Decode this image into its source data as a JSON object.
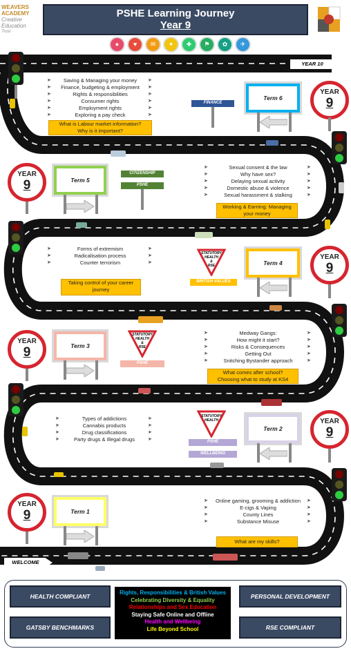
{
  "header": {
    "title": "PSHE Learning Journey",
    "subtitle": "Year 9"
  },
  "academy": {
    "line1": "WEAVERS",
    "line2": "ACADEMY",
    "line3": "Creative",
    "line4": "Education",
    "line5": "Trust"
  },
  "road_labels": {
    "year10": "YEAR 10",
    "welcome": "WELCOME"
  },
  "year_sign": {
    "label": "YEAR",
    "number": "9"
  },
  "term6": {
    "label": "Term 6",
    "tag": "FINANCE",
    "topics": [
      "Saving & Managing your money",
      "Finance, budgeting & employment",
      "Rights & responsibilities",
      "Consumer rights",
      "Employment rights",
      "Exploring a pay check"
    ],
    "note": [
      "What is Labour market information?",
      "Why is it important?"
    ]
  },
  "term5": {
    "label": "Term 5",
    "tags": [
      "CITIZENSHIP",
      "PSHE"
    ],
    "topics": [
      "Sexual consent & the law",
      "Why have sex?",
      "Delaying sexual activity",
      "Domestic abuse & violence",
      "Sexual harassment & stalking"
    ],
    "note": [
      "Working & Earning: Managing",
      "your money"
    ]
  },
  "term4": {
    "label": "Term 4",
    "statutory": [
      "STATUTORY",
      "HEALTH",
      "&",
      "RSE"
    ],
    "tag": "BRITISH VALUES",
    "topics": [
      "Forms of extremism",
      "Radicalisation process",
      "Counter terrorism"
    ],
    "note": [
      "Taking control of your career",
      "journey"
    ]
  },
  "term3": {
    "label": "Term 3",
    "statutory": [
      "STATUTORY",
      "HEALTH",
      "&",
      "RSE"
    ],
    "tag": "PSHE",
    "topics": [
      "Medway Gangs:",
      "How might it start?",
      "Risks & Consequences",
      "Getting Out",
      "Snitching Bystander approach"
    ],
    "note": [
      "What comes after school?",
      "Choosing what to study at KS4"
    ]
  },
  "term2": {
    "label": "Term 2",
    "statutory": [
      "STATUTORY",
      "HEALTH"
    ],
    "tags": [
      "PSHE",
      "WELLBEING"
    ],
    "topics": [
      "Types of addictions",
      "Cannabis products",
      "Drug classifications",
      "Party drugs & Illegal drugs"
    ]
  },
  "term1": {
    "label": "Term 1",
    "topics": [
      "Online gaming, grooming & addiction",
      "E-cigs & Vaping",
      "County Lines",
      "Substance Misuse"
    ],
    "note": [
      "What are my skills?"
    ]
  },
  "footer": {
    "health": "HEALTH COMPLIANT",
    "gatsby": "GATSBY BENCHMARKS",
    "personal": "PERSONAL DEVELOPMENT",
    "rse": "RSE COMPLIANT",
    "themes": [
      {
        "text": "Rights, Responsibilities & British Values",
        "color": "#00b0f0"
      },
      {
        "text": "Celebrating Diversity & Equality",
        "color": "#92d050"
      },
      {
        "text": "Relationships and Sex Education",
        "color": "#ff0000"
      },
      {
        "text": "Staying Safe Online and Offline",
        "color": "#ffffff"
      },
      {
        "text": "Health and Wellbeing",
        "color": "#ff00ff"
      },
      {
        "text": "Life Beyond School",
        "color": "#ffff00"
      }
    ]
  },
  "colors": {
    "navy": "#3b4a63",
    "amber": "#ffc000",
    "red": "#d6252f"
  }
}
